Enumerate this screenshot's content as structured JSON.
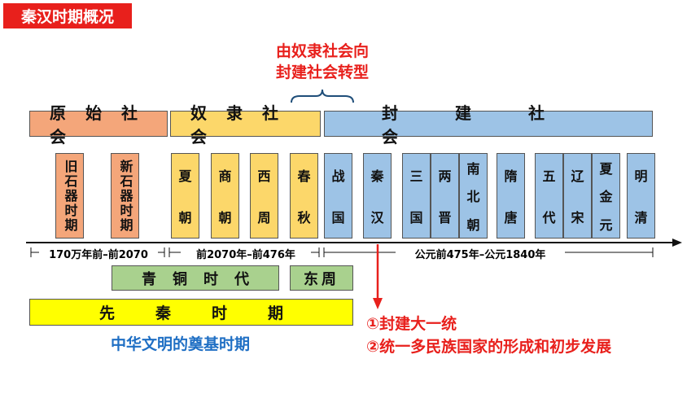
{
  "title": "秦汉时期概况",
  "transition_note": [
    "由奴隶社会向",
    "封建社会转型"
  ],
  "eras": [
    {
      "label": "原始社会",
      "color": "#f4a67a"
    },
    {
      "label": "奴隶社会",
      "color": "#fcd76a"
    },
    {
      "label": "封建社会",
      "color": "#9dc3e6"
    }
  ],
  "periods_primitive": [
    {
      "label": "旧石器时期"
    },
    {
      "label": "新石器时期"
    }
  ],
  "periods_slave": [
    {
      "top": "夏",
      "bottom": "朝"
    },
    {
      "top": "商",
      "bottom": "朝"
    },
    {
      "top": "西",
      "bottom": "周"
    },
    {
      "top": "春",
      "bottom": "秋"
    }
  ],
  "periods_feudal": [
    {
      "top": "战",
      "bottom": "国"
    },
    {
      "top": "秦",
      "bottom": "汉"
    },
    {
      "top": "三",
      "bottom": "国"
    },
    {
      "top": "两",
      "bottom": "晋"
    },
    {
      "top": "南",
      "mid": "北",
      "bottom": "朝"
    },
    {
      "top": "隋",
      "bottom": "唐"
    },
    {
      "top": "五",
      "bottom": "代"
    },
    {
      "top": "辽",
      "bottom": "宋"
    },
    {
      "top": "夏",
      "mid": "金",
      "bottom": "元"
    },
    {
      "top": "明",
      "bottom": "清"
    }
  ],
  "ranges": [
    "170万年前–前2070",
    "前2070年–前476年",
    "公元前475年–公元1840年"
  ],
  "bronze_age": "青铜时代",
  "eastern_zhou": "东周",
  "pre_qin": "先秦时期",
  "foundation_note": "中华文明的奠基时期",
  "qinhan_points": [
    "①封建大一统",
    "②统一多民族国家的形成和初步发展"
  ],
  "colors": {
    "title_bg": "#e8201c",
    "red": "#e8201c",
    "blue_text": "#1f6fc4",
    "green": "#a9d18e",
    "yellow_bar": "#ffff00"
  }
}
